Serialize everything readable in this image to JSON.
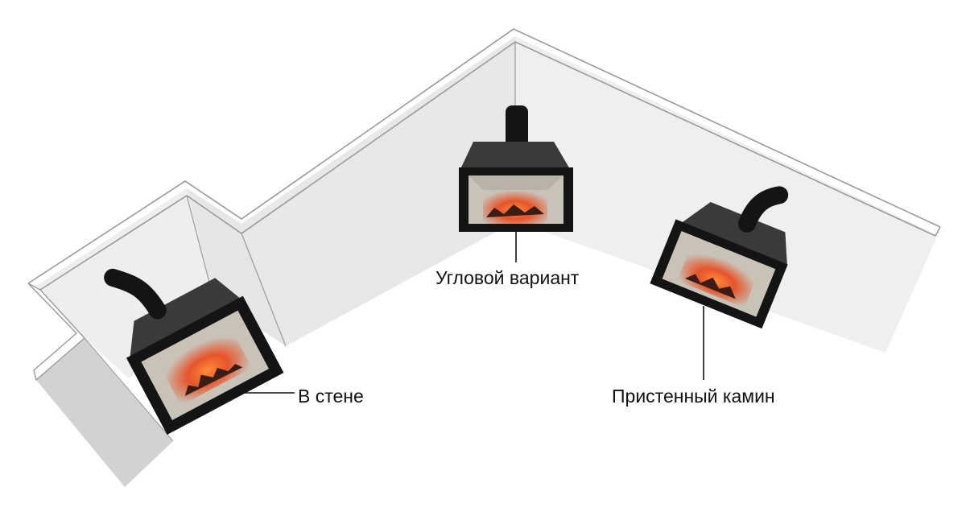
{
  "labels": {
    "wall": "В стене",
    "corner": "Угловой вариант",
    "standalone": "Пристенный камин"
  },
  "colors": {
    "wall_top": "#ffffff",
    "wall_face_light": "#efefef",
    "wall_face_mid": "#e4e4e4",
    "wall_face_dark": "#cfcfcf",
    "wall_outline": "#9a9a9a",
    "stove_body": "#3a3a3a",
    "stove_frame": "#141414",
    "firebox_inner": "#c9c2b6",
    "flame_glow": "#f2622a",
    "logs": "#3a1d14",
    "leader_line": "#111111"
  }
}
